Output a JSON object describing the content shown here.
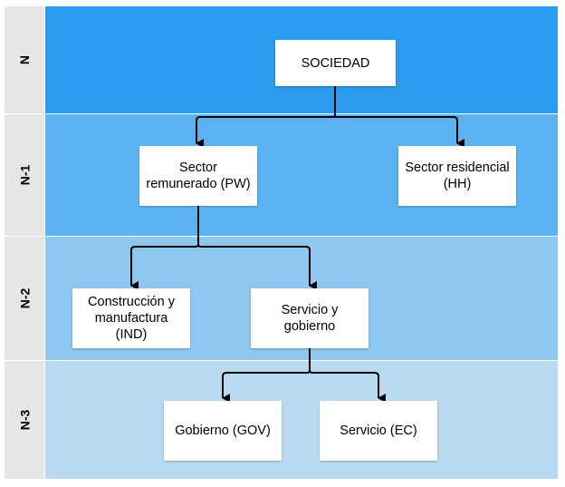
{
  "levels": [
    {
      "label": "N",
      "color": "#2b9bf0"
    },
    {
      "label": "N-1",
      "color": "#5cb1f0"
    },
    {
      "label": "N-2",
      "color": "#8ec8f0"
    },
    {
      "label": "N-3",
      "color": "#b9daf0"
    }
  ],
  "nodes": {
    "sociedad": "SOCIEDAD",
    "pw": "Sector\nremunerado (PW)",
    "hh": "Sector residencial\n(HH)",
    "ind": "Construcción y\nmanufactura\n(IND)",
    "servicio_gobierno": "Servicio y\ngobierno",
    "gov": "Gobierno (GOV)",
    "ec": "Servicio (EC)"
  },
  "edges": [
    [
      "sociedad",
      "pw"
    ],
    [
      "sociedad",
      "hh"
    ],
    [
      "pw",
      "ind"
    ],
    [
      "pw",
      "servicio_gobierno"
    ],
    [
      "servicio_gobierno",
      "gov"
    ],
    [
      "servicio_gobierno",
      "ec"
    ]
  ]
}
